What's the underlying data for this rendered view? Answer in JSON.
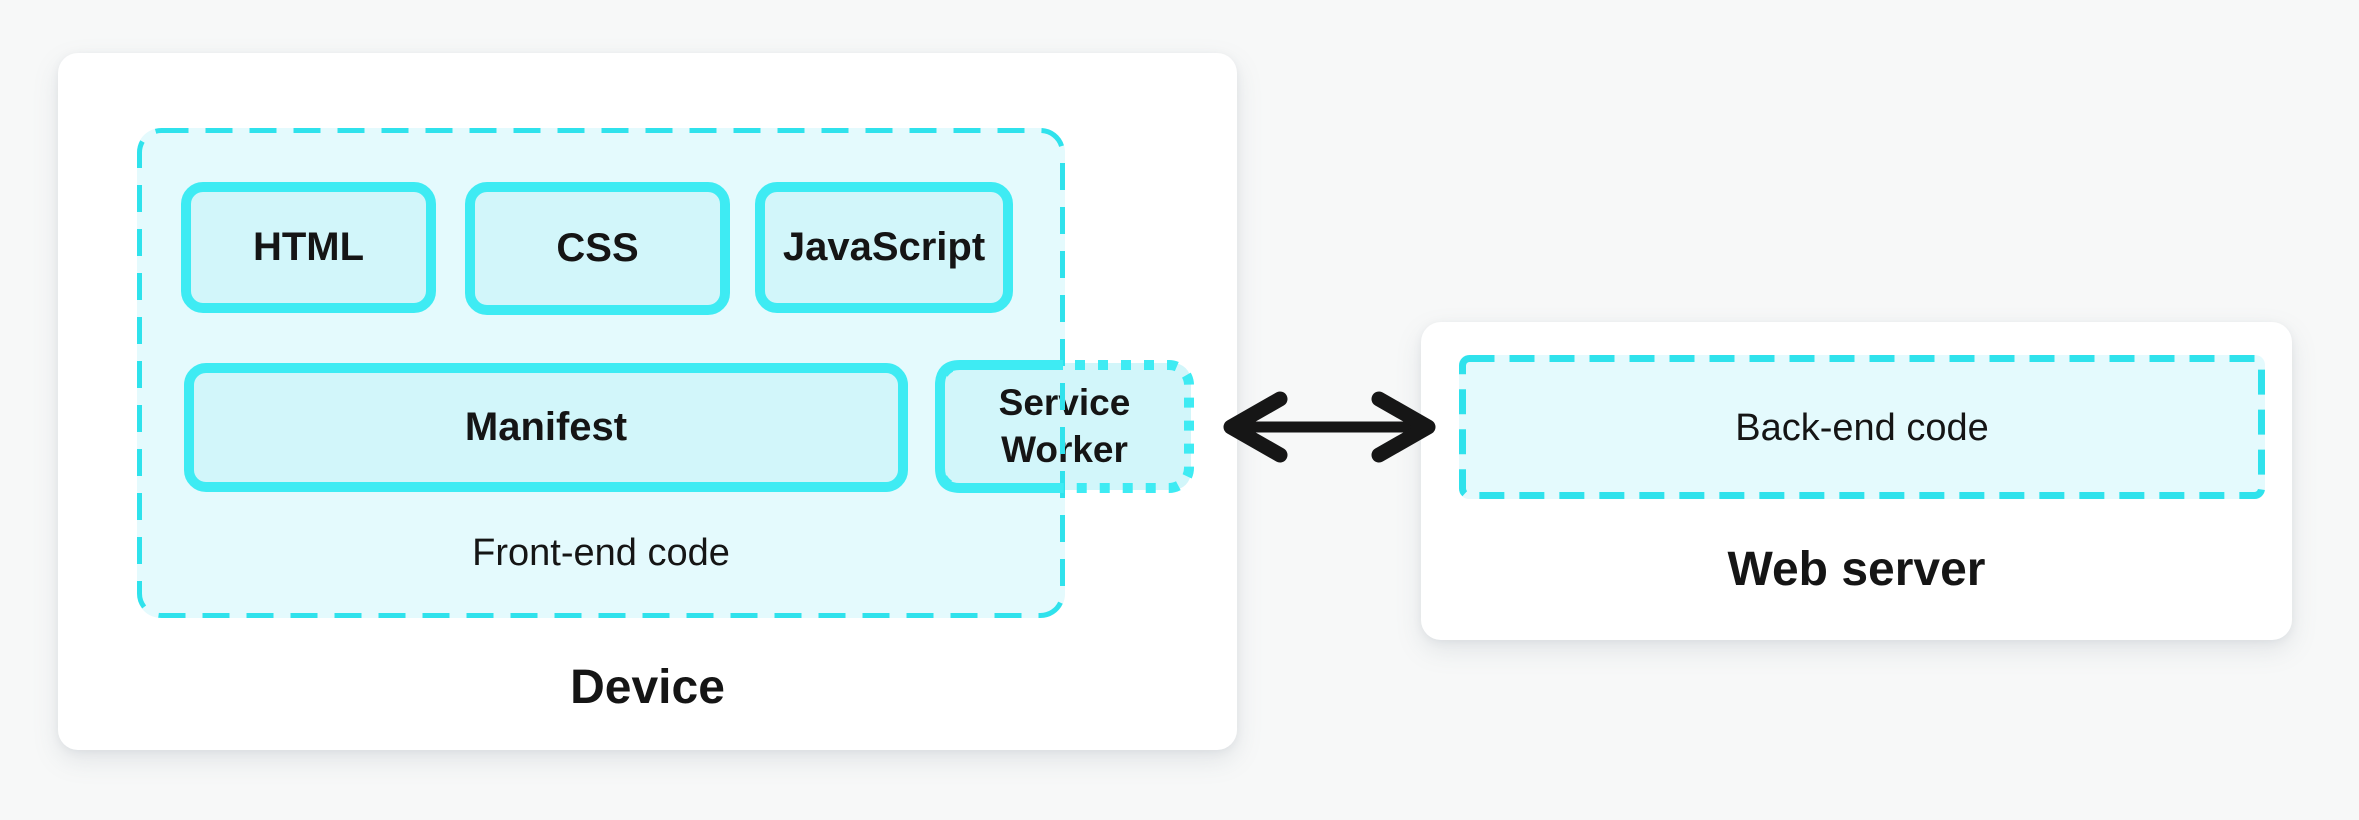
{
  "colors": {
    "accent_cyan": "#3EEBF3",
    "dash_cyan": "#2FE2EC",
    "box_fill": "#D2F6FA",
    "group_fill": "#E4FAFD",
    "panel_bg": "#FFFFFF",
    "page_bg": "#F7F8F8",
    "arrow_black": "#161616",
    "text_black": "#151515"
  },
  "device": {
    "label": "Device",
    "frontend": {
      "label": "Front-end code",
      "boxes": [
        "HTML",
        "CSS",
        "JavaScript"
      ],
      "manifest_label": "Manifest",
      "service_worker_label": "Service Worker"
    }
  },
  "web_server": {
    "label": "Web server",
    "backend_label": "Back-end code"
  }
}
